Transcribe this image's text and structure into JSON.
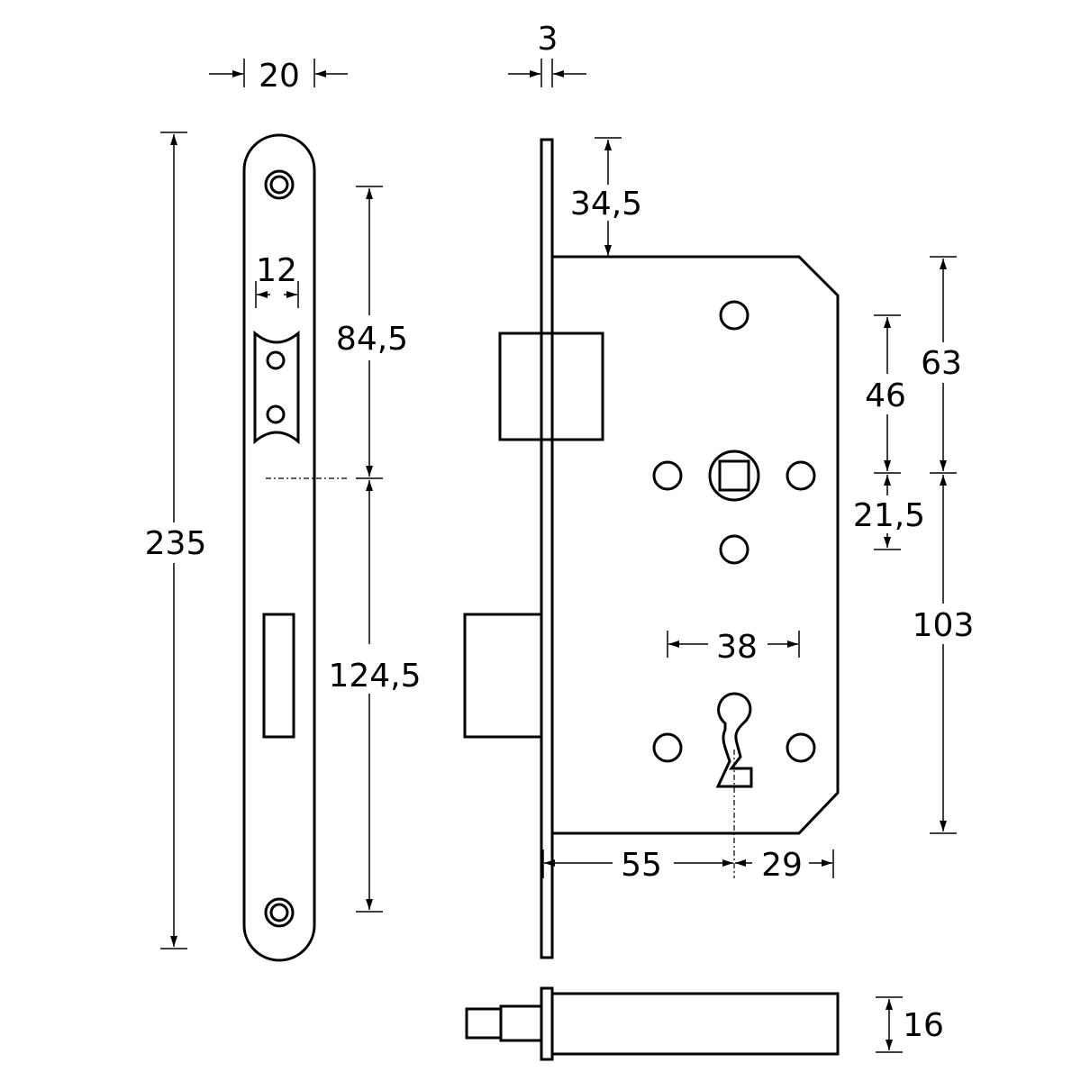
{
  "title": "Mortise lock technical drawing",
  "dimensions": {
    "faceplate_width": "20",
    "faceplate_length": "235",
    "latch_width": "12",
    "top_to_follower": "84,5",
    "follower_to_bottom": "124,5",
    "faceplate_thickness": "3",
    "faceplate_to_case": "34,5",
    "case_top_to_follower": "63",
    "follower_to_case_bottom": "103",
    "hole_to_follower": "46",
    "follower_to_keyhole_hole": "21,5",
    "hole_spacing": "38",
    "backset": "55",
    "keyhole_to_case_edge": "29",
    "bolt_height": "16"
  }
}
